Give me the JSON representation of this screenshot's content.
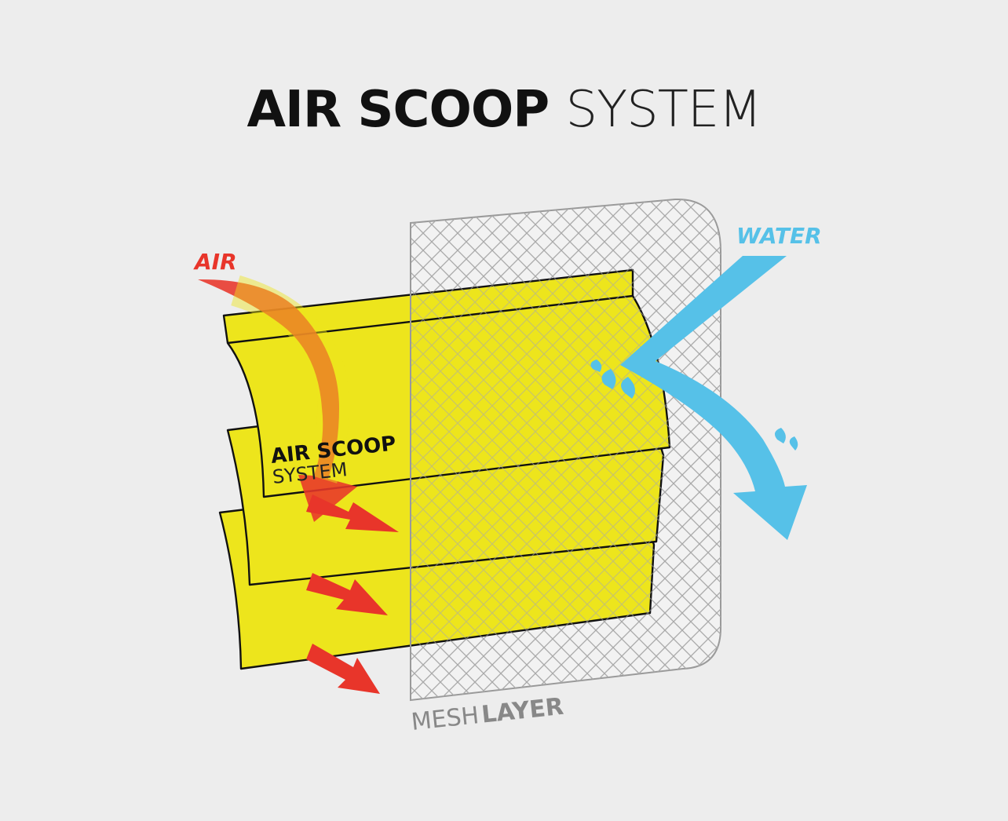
{
  "title": {
    "bold": "AIR SCOOP",
    "light": "SYSTEM"
  },
  "labels": {
    "air": "AIR",
    "water": "WATER",
    "scoop_bold": "AIR SCOOP",
    "scoop_light": "SYSTEM",
    "mesh_light": "MESH",
    "mesh_bold": "LAYER"
  },
  "colors": {
    "background": "#ededed",
    "air": "#e8352a",
    "water": "#56c1e8",
    "scoop_fill": "#ede51c",
    "mesh_stroke": "#9a9a9a",
    "outline": "#111111"
  }
}
